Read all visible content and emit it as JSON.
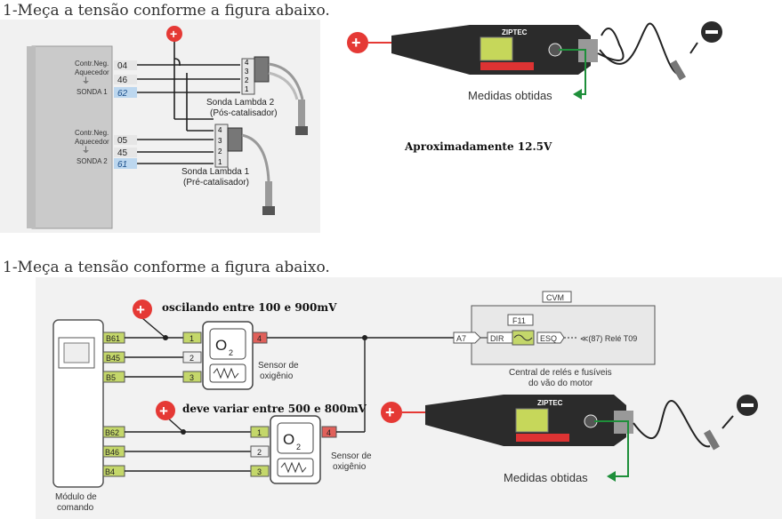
{
  "section1": {
    "heading": "1-Meça a tensão conforme a figura abaixo.",
    "note": "Aproximadamente 12.5V",
    "ecu_labels": {
      "contr_neg_1": "Contr.Neg.",
      "aquecedor_1": "Aquecedor",
      "sonda1": "SONDA 1",
      "contr_neg_2": "Contr.Neg.",
      "aquecedor_2": "Aquecedor",
      "sonda2": "SONDA 2"
    },
    "pins_a": [
      "04",
      "46",
      "62"
    ],
    "pins_b": [
      "05",
      "45",
      "61"
    ],
    "connector_a_pins": [
      "4",
      "3",
      "2",
      "1"
    ],
    "connector_b_pins": [
      "4",
      "3",
      "2",
      "1"
    ],
    "sensor_a_name": "Sonda Lambda 2",
    "sensor_a_sub": "(Pós-catalisador)",
    "sensor_b_name": "Sonda Lambda 1",
    "sensor_b_sub": "(Pré-catalisador)",
    "meter_brand": "ZIPTEC",
    "meter_caption": "Medidas obtidas"
  },
  "section2": {
    "heading": "1-Meça a tensão conforme a figura abaixo.",
    "note_top": "oscilando entre 100 e 900mV",
    "note_bottom": "deve variar entre 500 e 800mV",
    "module_label_1": "Módulo de",
    "module_label_2": "comando",
    "pins_top": [
      "B61",
      "B45",
      "B5"
    ],
    "pins_bottom": [
      "B62",
      "B46",
      "B4"
    ],
    "wire_nums": [
      "1",
      "2",
      "3"
    ],
    "out_pin": "4",
    "o2_symbol": "O",
    "o2_sub": "2",
    "sensor_label_1": "Sensor de",
    "sensor_label_2": "oxigênio",
    "a7_label": "A7",
    "cvm_label": "CVM",
    "fuse_label": "F11",
    "dir_label": "DIR",
    "esq_label": "ESQ",
    "relay_label": "≪(87) Relé T09",
    "central_1": "Central de relés e fusíveis",
    "central_2": "do vão do motor",
    "meter_brand": "ZIPTEC",
    "meter_caption": "Medidas obtidas"
  },
  "colors": {
    "positive": "#e53935",
    "negative": "#2b2b2b",
    "green_wire": "#1e8f3a",
    "pin_blue": "#bcd7ef",
    "pin_green": "#c4d76a",
    "pin_red": "#e0605a",
    "ecu_gray": "#c9c9c9",
    "panel2_bg": "#f2f2f2"
  }
}
